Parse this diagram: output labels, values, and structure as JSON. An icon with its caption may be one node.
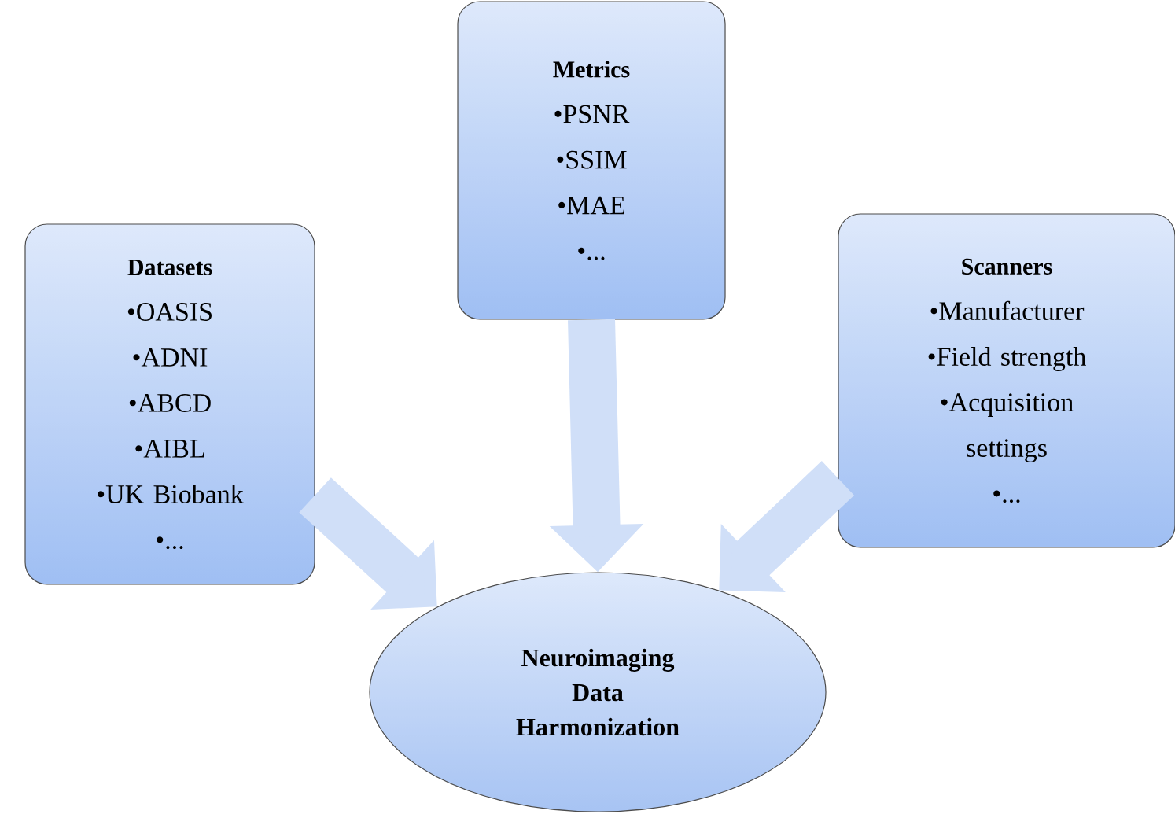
{
  "diagram": {
    "nodes": [
      {
        "text": [
          "Datasets",
          "•OASIS",
          "•ADNI",
          "•ABCD",
          "•AIBL",
          "•UK Biobank",
          "•..."
        ]
      },
      {
        "text": [
          "Metrics",
          "•PSNR",
          "•SSIM",
          "•MAE",
          "•..."
        ]
      },
      {
        "text": [
          "Scanners",
          "•Manufacturer",
          "•Field strength",
          "•Acquisition settings",
          "•..."
        ]
      },
      {
        "text": [
          "Neuroimaging Data Harmonization"
        ]
      }
    ],
    "edges": [
      {
        "from": 0,
        "to": 3,
        "arrow": "to"
      },
      {
        "from": 1,
        "to": 3,
        "arrow": "to"
      },
      {
        "from": 2,
        "to": 3,
        "arrow": "to"
      }
    ]
  }
}
